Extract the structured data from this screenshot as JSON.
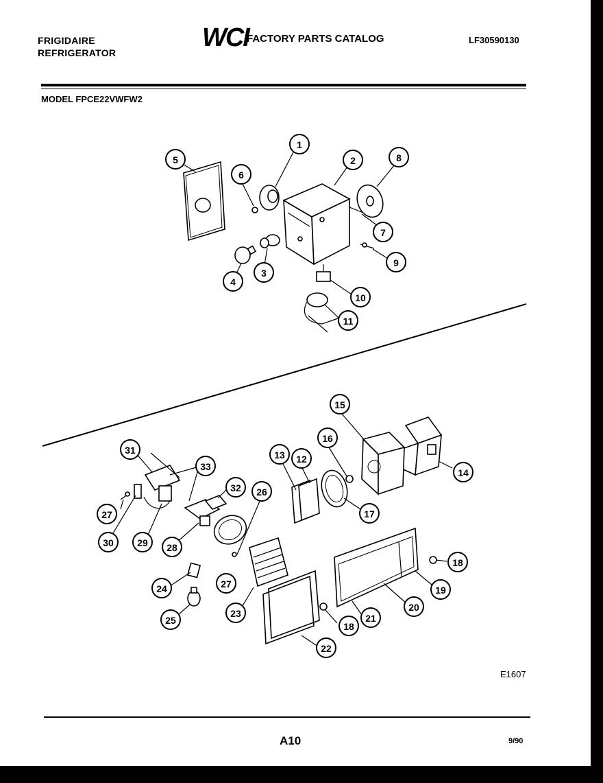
{
  "header": {
    "brand_line1": "FRIGIDAIRE",
    "brand_line2": "REFRIGERATOR",
    "logo": "WCI",
    "catalog_title": "FACTORY PARTS CATALOG",
    "catalog_number": "LF30590130",
    "model": "MODEL FPCE22VWFW2"
  },
  "diagram": {
    "drawing_id": "E1607",
    "callouts": [
      "1",
      "2",
      "3",
      "4",
      "5",
      "6",
      "7",
      "8",
      "9",
      "10",
      "11",
      "12",
      "13",
      "14",
      "15",
      "16",
      "17",
      "18",
      "18",
      "19",
      "20",
      "21",
      "22",
      "23",
      "24",
      "25",
      "26",
      "27",
      "27",
      "28",
      "29",
      "30",
      "31",
      "32",
      "33"
    ]
  },
  "footer": {
    "page": "A10",
    "date": "9/90"
  }
}
